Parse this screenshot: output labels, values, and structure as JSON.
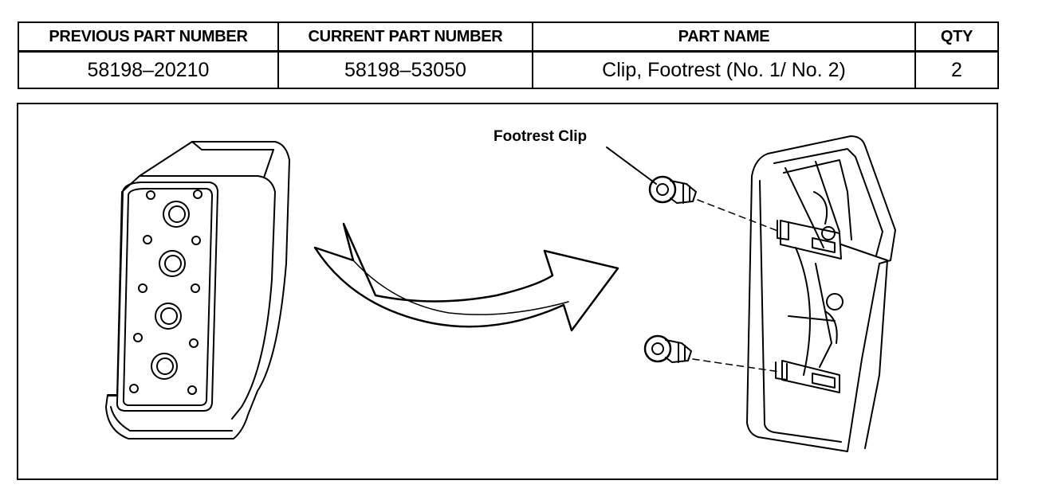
{
  "table": {
    "headers": [
      "PREVIOUS PART NUMBER",
      "CURRENT PART NUMBER",
      "PART NAME",
      "QTY"
    ],
    "rows": [
      [
        "58198–20210",
        "58198–53050",
        "Clip, Footrest (No. 1/ No. 2)",
        "2"
      ]
    ]
  },
  "diagram": {
    "callout_label": "Footrest Clip",
    "left_item_icon": "footrest-pad-icon",
    "arrow_icon": "curved-arrow-icon",
    "right_item_icon": "footrest-frame-icon",
    "clip_icon": "clip-icon"
  }
}
